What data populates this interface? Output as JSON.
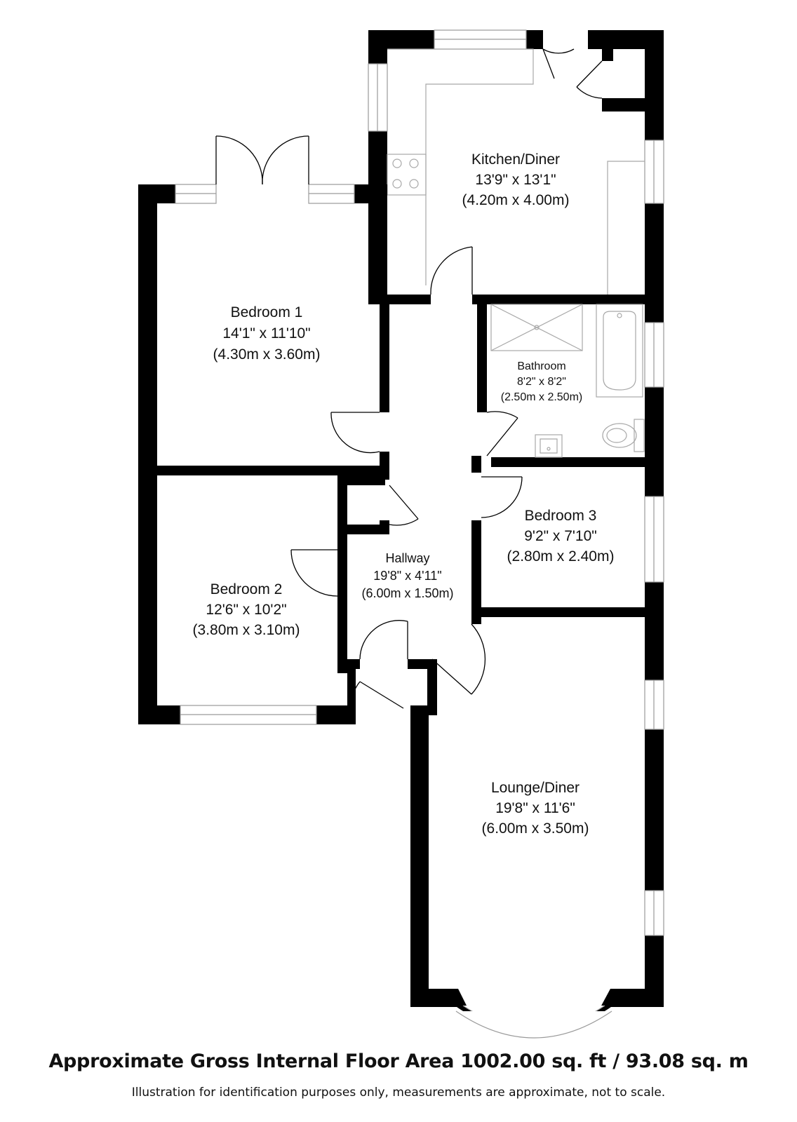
{
  "rooms": {
    "kitchen": {
      "name": "Kitchen/Diner",
      "imperial": "13'9\" x 13'1\"",
      "metric": "(4.20m x 4.00m)"
    },
    "bedroom1": {
      "name": "Bedroom 1",
      "imperial": "14'1\" x 11'10\"",
      "metric": "(4.30m x 3.60m)"
    },
    "bathroom": {
      "name": "Bathroom",
      "imperial": "8'2\" x 8'2\"",
      "metric": "(2.50m x 2.50m)"
    },
    "bedroom3": {
      "name": "Bedroom 3",
      "imperial": "9'2\" x 7'10\"",
      "metric": "(2.80m x 2.40m)"
    },
    "hallway": {
      "name": "Hallway",
      "imperial": "19'8\" x 4'11\"",
      "metric": "(6.00m x 1.50m)"
    },
    "bedroom2": {
      "name": "Bedroom 2",
      "imperial": "12'6\" x 10'2\"",
      "metric": "(3.80m x 3.10m)"
    },
    "lounge": {
      "name": "Lounge/Diner",
      "imperial": "19'8\" x 11'6\"",
      "metric": "(6.00m x 3.50m)"
    }
  },
  "footer": {
    "area": "Approximate Gross Internal Floor Area 1002.00 sq. ft / 93.08 sq. m",
    "note": "Illustration for identification purposes only, measurements are approximate, not to scale."
  }
}
